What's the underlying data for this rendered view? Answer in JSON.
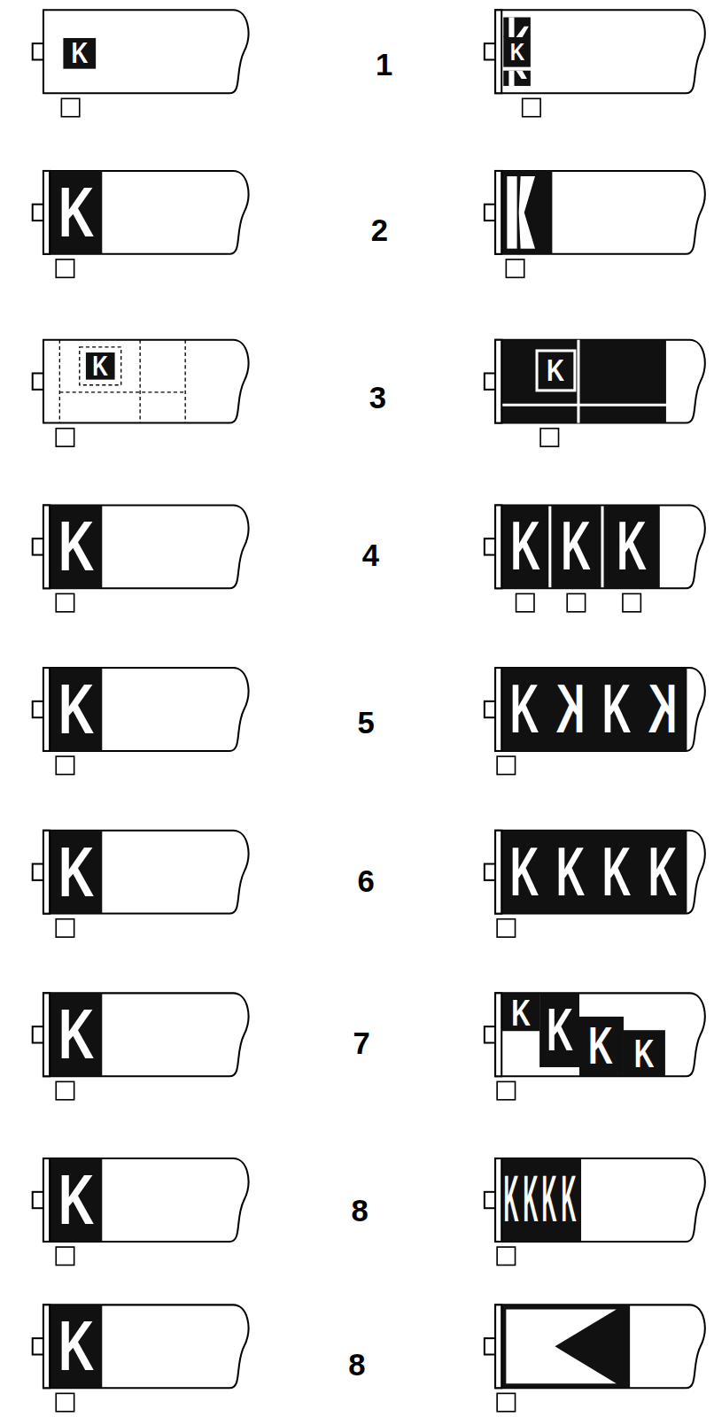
{
  "diagram": {
    "labels": [
      "K",
      "1",
      "K",
      "K",
      "2",
      "K",
      "3",
      "K",
      "K",
      "4",
      "K",
      "K",
      "K",
      "K",
      "5",
      "K",
      "K",
      "K",
      "K",
      "K",
      "6",
      "K",
      "K",
      "K",
      "K",
      "K",
      "7",
      "K",
      "K",
      "K",
      "K",
      "K",
      "8",
      "K",
      "K",
      "K",
      "K",
      "K",
      "8"
    ]
  }
}
